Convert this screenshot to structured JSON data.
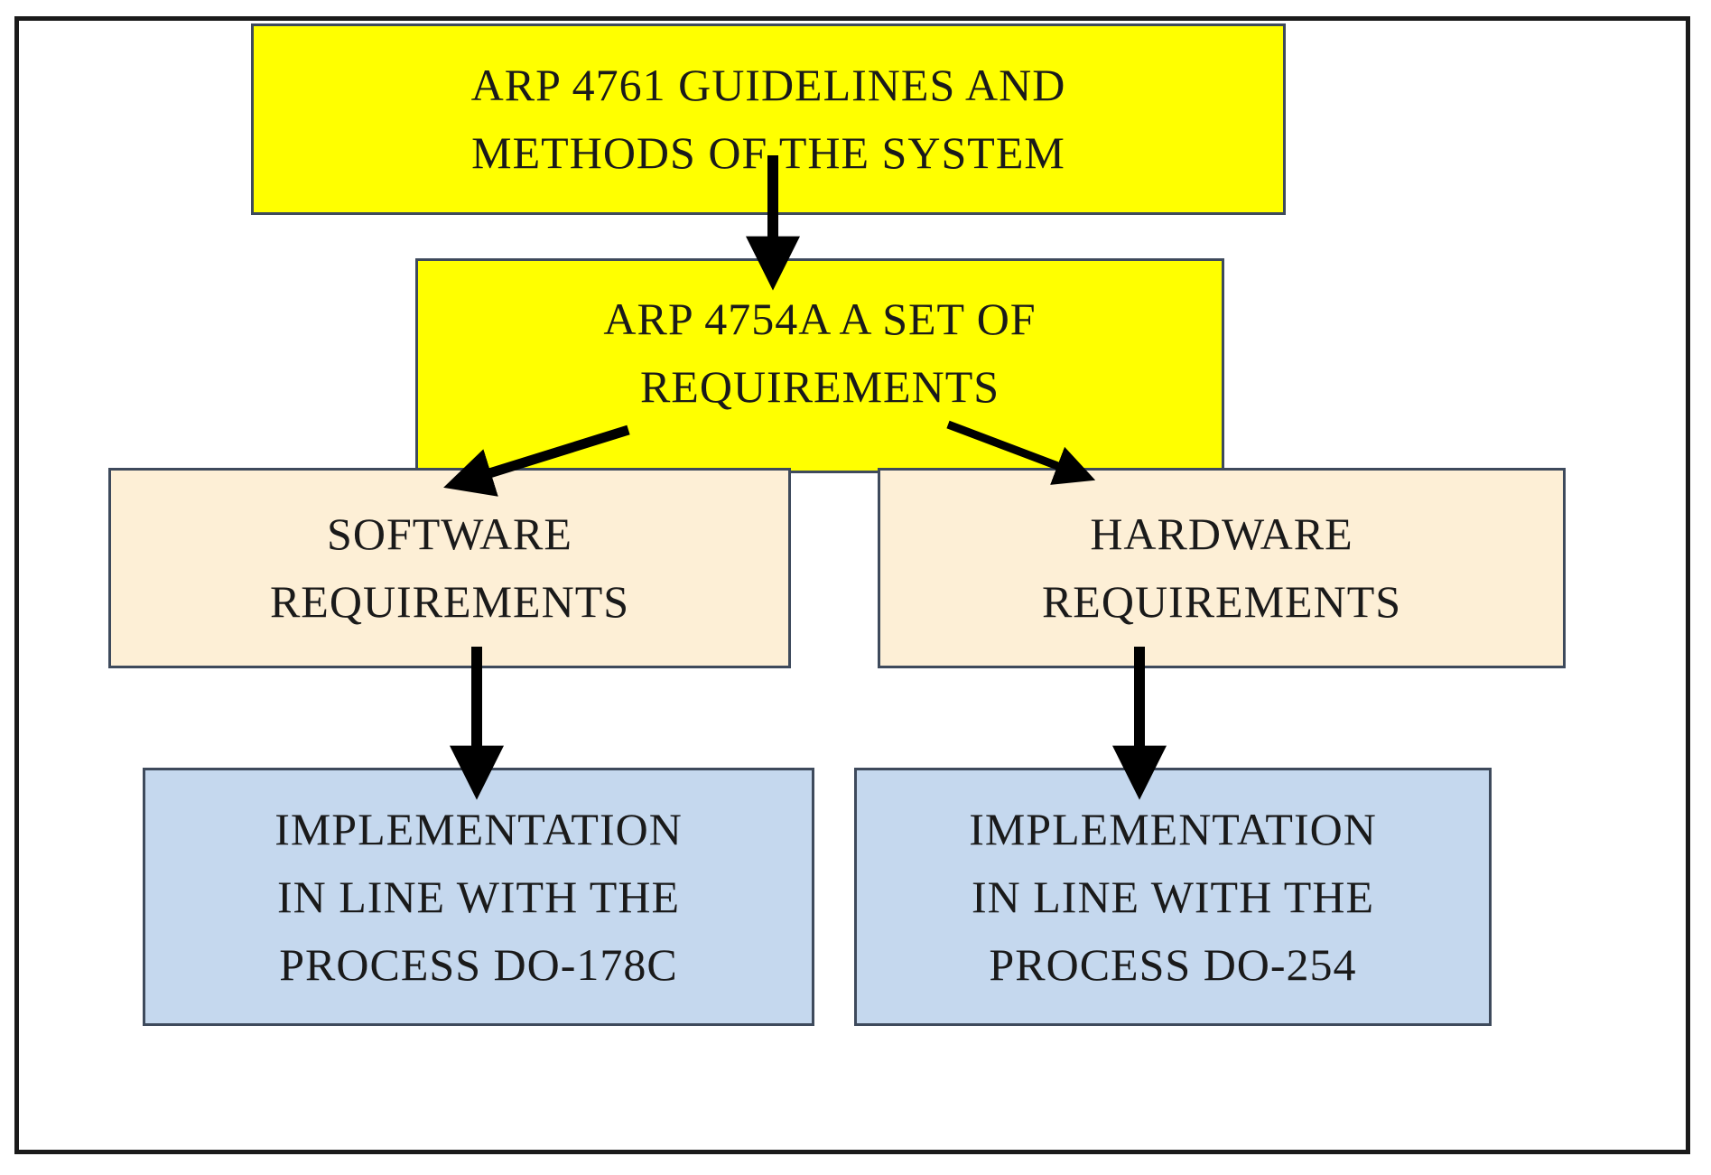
{
  "diagram": {
    "arp4761": {
      "line1": "ARP 4761 GUIDELINES AND",
      "line2": "METHODS OF THE SYSTEM"
    },
    "arp4754a": {
      "line1": "ARP 4754A A SET OF",
      "line2": "REQUIREMENTS"
    },
    "software": {
      "line1": "SOFTWARE",
      "line2": "REQUIREMENTS"
    },
    "hardware": {
      "line1": "HARDWARE",
      "line2": "REQUIREMENTS"
    },
    "impl_software": {
      "line1": "IMPLEMENTATION",
      "line2": "IN LINE WITH THE",
      "line3": "PROCESS DO-178C"
    },
    "impl_hardware": {
      "line1": "IMPLEMENTATION",
      "line2": "IN LINE WITH THE",
      "line3": "PROCESS DO-254"
    },
    "colors": {
      "top_boxes": "#ffff00",
      "requirement_boxes": "#fdefd6",
      "implementation_boxes": "#c5d8ee",
      "border": "#3e4a5c",
      "arrow": "#000000"
    }
  }
}
